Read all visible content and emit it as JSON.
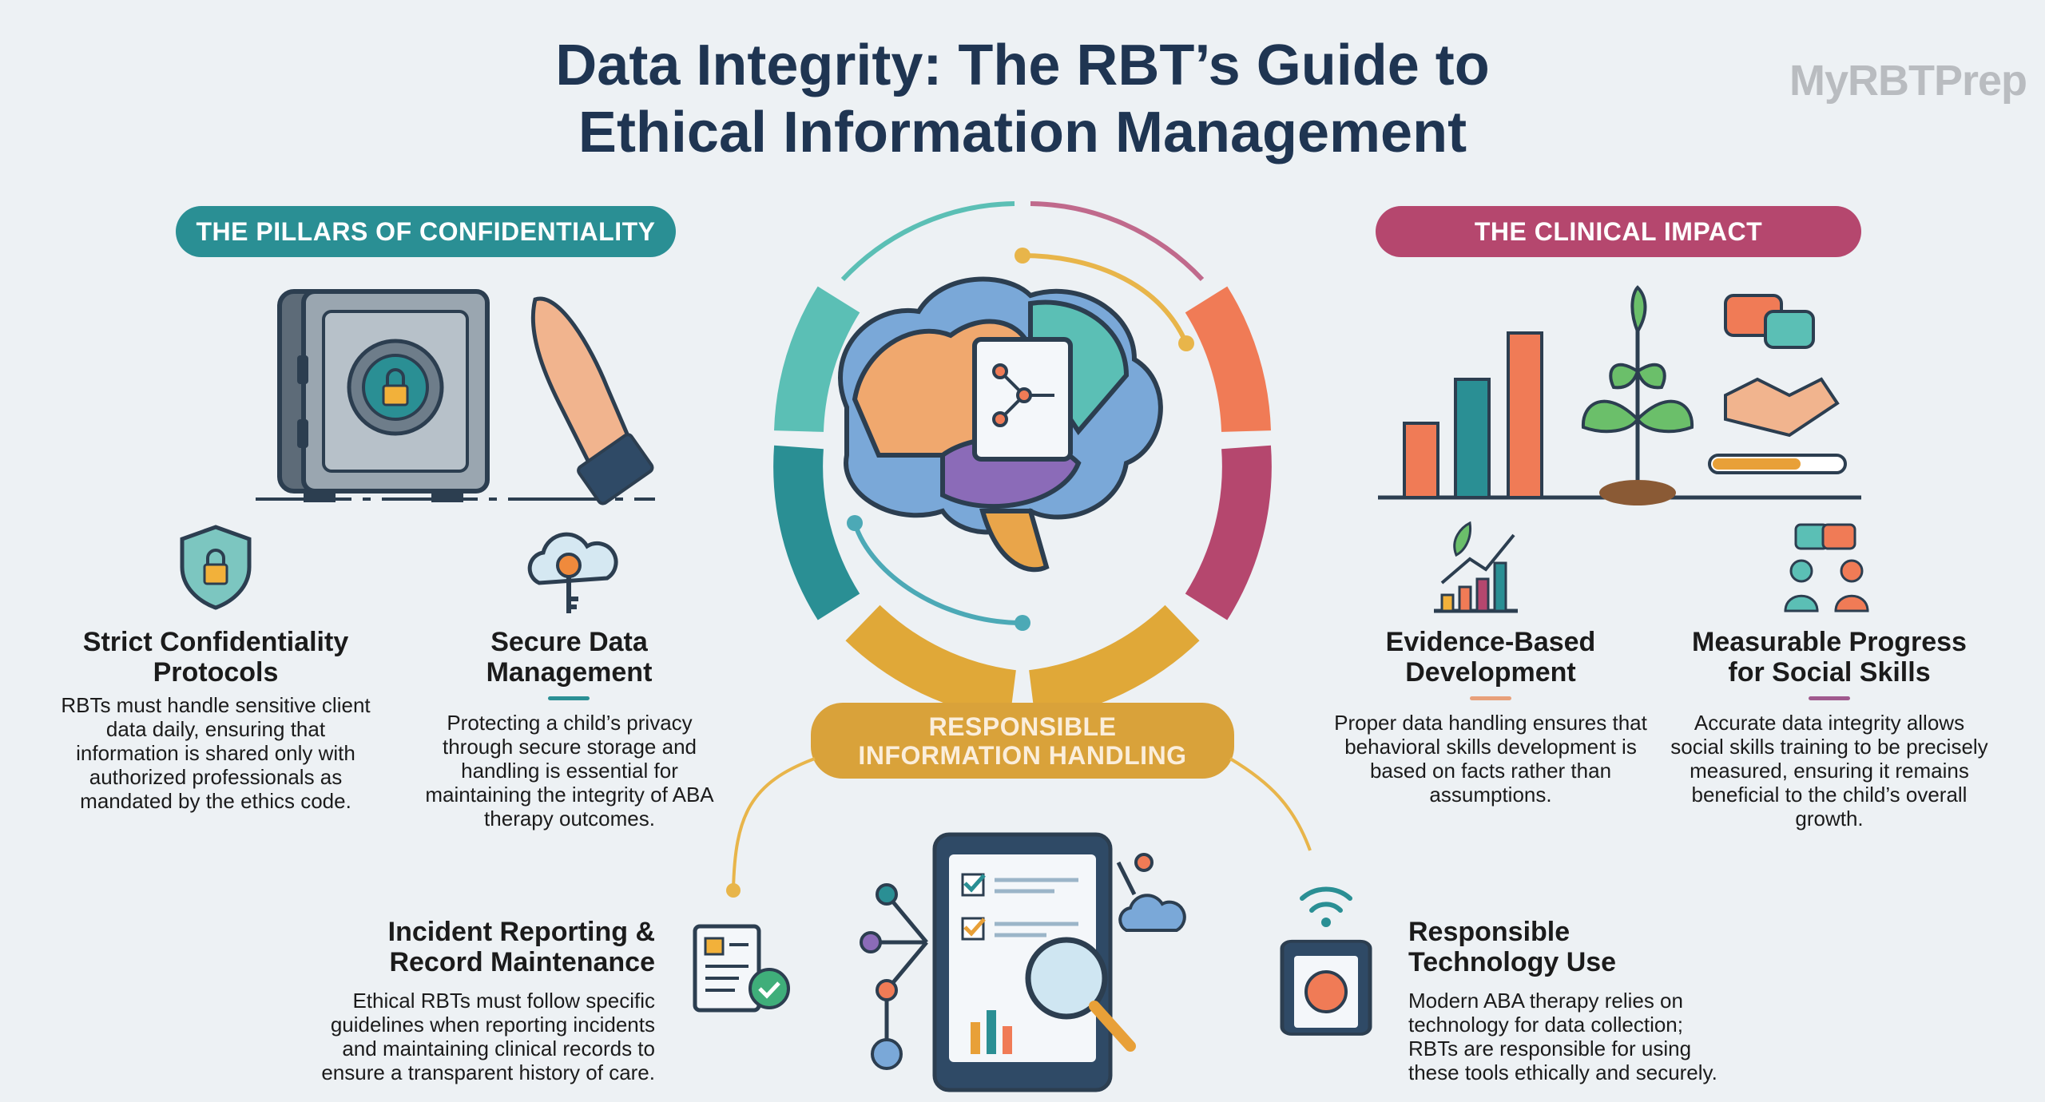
{
  "title": {
    "line1": "Data Integrity: The RBT’s Guide to",
    "line2": "Ethical Information Management"
  },
  "logo": "MyRBTPrep",
  "left_section": {
    "label": "THE PILLARS OF CONFIDENTIALITY",
    "items": [
      {
        "icon": "shield-lock-icon",
        "heading": "Strict Confidentiality Protocols",
        "body": "RBTs must handle sensitive client data daily, ensuring that information is shared only with authorized professionals as mandated by the ethics code."
      },
      {
        "icon": "cloud-key-icon",
        "heading": "Secure Data Management",
        "body": "Protecting a child’s privacy through secure storage and handling is essential for maintaining the integrity of ABA therapy outcomes."
      }
    ]
  },
  "right_section": {
    "label": "THE CLINICAL IMPACT",
    "items": [
      {
        "icon": "growth-chart-icon",
        "heading": "Evidence-Based Development",
        "body": "Proper data handling ensures that behavioral skills development is based on facts rather than assumptions."
      },
      {
        "icon": "people-chat-icon",
        "heading": "Measurable Progress for Social Skills",
        "body": "Accurate data integrity allows social skills training to be precisely measured, ensuring it remains beneficial to the child’s overall growth."
      }
    ]
  },
  "center": {
    "label_line1": "RESPONSIBLE",
    "label_line2": "INFORMATION HANDLING"
  },
  "bottom": [
    {
      "icon": "report-document-icon",
      "heading_line1": "Incident Reporting &",
      "heading_line2": "Record Maintenance",
      "body": [
        "Ethical RBTs must follow specific",
        "guidelines when reporting incidents",
        "and maintaining clinical records to",
        "ensure a transparent history of care."
      ]
    },
    {
      "icon": "tablet-brain-icon",
      "heading_line1": "Responsible",
      "heading_line2": "Technology Use",
      "body": [
        "Modern ABA therapy relies on",
        "technology for data collection;",
        "RBTs are responsible for using",
        "these tools ethically and securely."
      ]
    }
  ],
  "colors": {
    "teal": "#2a8f94",
    "magenta": "#b5476e",
    "orange": "#d9a23a",
    "navy": "#1f3552"
  }
}
